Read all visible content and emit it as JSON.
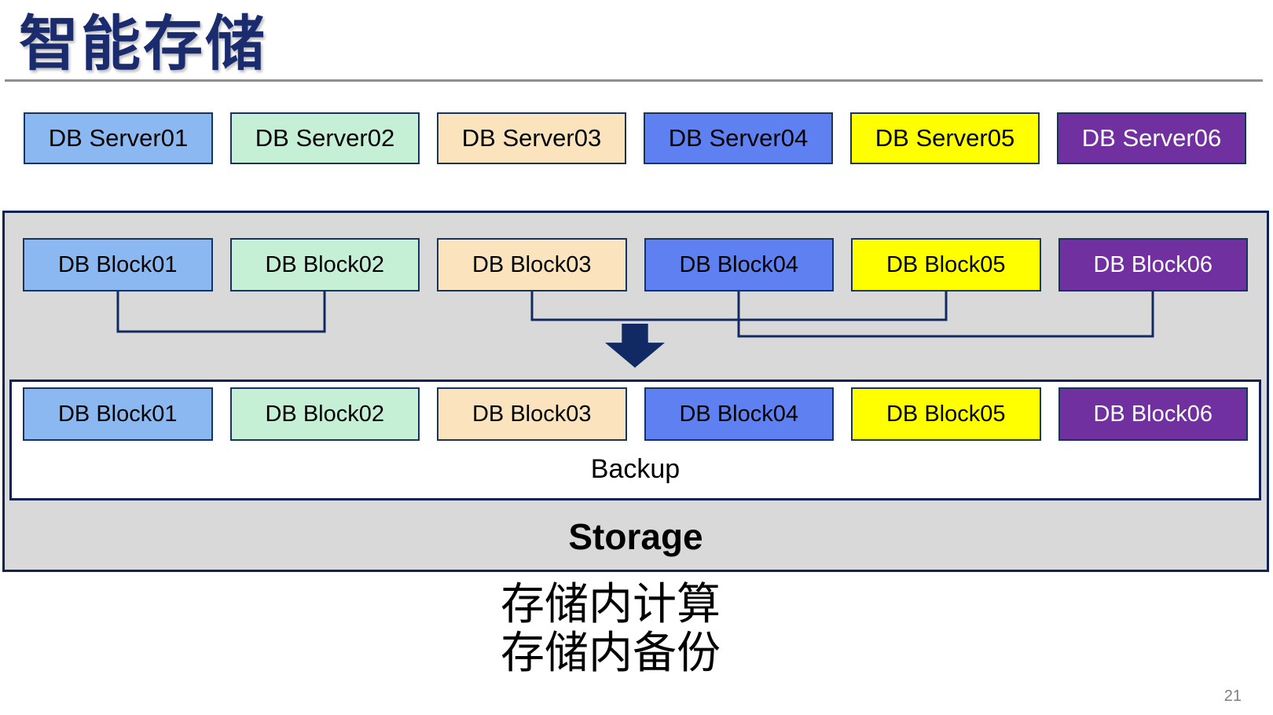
{
  "page": {
    "title": "智能存储",
    "page_number": "21"
  },
  "colors": {
    "title_navy": "#1B2C6E",
    "box_border_navy": "#17335F",
    "line_arrow_navy": "#122A63",
    "container_border_navy": "#102352",
    "container_gray": "#D9D9D9",
    "rule_gray": "#8F8F8F",
    "page_number_gray": "#808080",
    "yellow": "#FFFF00",
    "purple": "#7030A0"
  },
  "servers": [
    {
      "label": "DB Server01",
      "bg": "#8CB8F2",
      "fg": "#000000"
    },
    {
      "label": "DB Server02",
      "bg": "#C5F0D6",
      "fg": "#000000"
    },
    {
      "label": "DB Server03",
      "bg": "#FAE3BD",
      "fg": "#000000"
    },
    {
      "label": "DB Server04",
      "bg": "#5E80F0",
      "fg": "#000000"
    },
    {
      "label": "DB Server05",
      "bg": "#FFFF00",
      "fg": "#000000"
    },
    {
      "label": "DB Server06",
      "bg": "#7030A0",
      "fg": "#FFFFFF"
    }
  ],
  "storage": {
    "blocks_top": [
      {
        "label": "DB Block01",
        "bg": "#8CB8F2",
        "fg": "#000000"
      },
      {
        "label": "DB Block02",
        "bg": "#C5F0D6",
        "fg": "#000000"
      },
      {
        "label": "DB Block03",
        "bg": "#FAE3BD",
        "fg": "#000000"
      },
      {
        "label": "DB Block04",
        "bg": "#5E80F0",
        "fg": "#000000"
      },
      {
        "label": "DB Block05",
        "bg": "#FFFF00",
        "fg": "#000000"
      },
      {
        "label": "DB Block06",
        "bg": "#7030A0",
        "fg": "#FFFFFF"
      }
    ],
    "blocks_bottom": [
      {
        "label": "DB Block01",
        "bg": "#8CB8F2",
        "fg": "#000000"
      },
      {
        "label": "DB Block02",
        "bg": "#C5F0D6",
        "fg": "#000000"
      },
      {
        "label": "DB Block03",
        "bg": "#FAE3BD",
        "fg": "#000000"
      },
      {
        "label": "DB Block04",
        "bg": "#5E80F0",
        "fg": "#000000"
      },
      {
        "label": "DB Block05",
        "bg": "#FFFF00",
        "fg": "#000000"
      },
      {
        "label": "DB Block06",
        "bg": "#7030A0",
        "fg": "#FFFFFF"
      }
    ],
    "connections": [
      {
        "from": "DB Block01",
        "to": "DB Block02"
      },
      {
        "from": "DB Block03",
        "to": "DB Block05"
      },
      {
        "from": "DB Block04",
        "to": "DB Block06"
      }
    ],
    "backup_label": "Backup",
    "storage_label": "Storage"
  },
  "caption": {
    "line1": "存储内计算",
    "line2": "存储内备份"
  }
}
